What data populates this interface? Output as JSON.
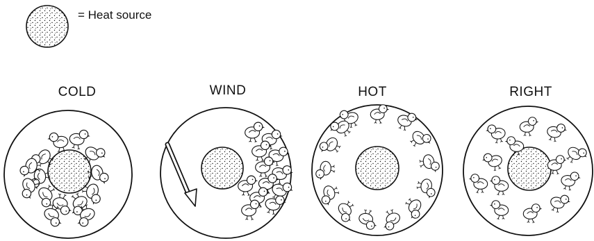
{
  "legend": {
    "symbol_icon": "dotted-heat-source-circle",
    "label": "= Heat source"
  },
  "panels": [
    {
      "label": "COLD",
      "chick_arrangement": "huddled tightly around heat source"
    },
    {
      "label": "WIND",
      "chick_arrangement": "crowded on side away from wind",
      "arrow_icon": "wind-direction-arrow"
    },
    {
      "label": "HOT",
      "chick_arrangement": "spread along outer edge, away from heat"
    },
    {
      "label": "RIGHT",
      "chick_arrangement": "evenly spread throughout"
    }
  ],
  "colors": {
    "ink": "#111111",
    "background": "#ffffff"
  }
}
